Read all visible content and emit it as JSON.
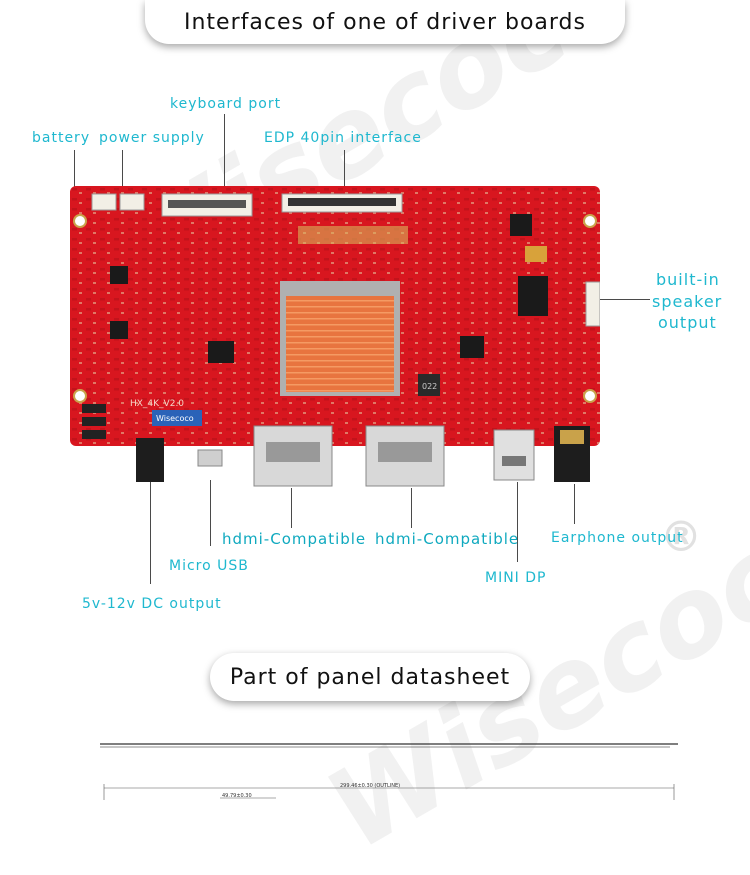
{
  "titles": {
    "interfaces": "Interfaces of one of driver boards",
    "datasheet": "Part of panel datasheet"
  },
  "labels": {
    "keyboard_port": "keyboard port",
    "battery": "battery",
    "power_supply": "power supply",
    "edp": "EDP 40pin interface",
    "speaker_l1": "built-in",
    "speaker_l2": "speaker",
    "speaker_l3": "output",
    "hdmi1": "hdmi-Compatible",
    "hdmi2": "hdmi-Compatible",
    "earphone": "Earphone output",
    "micro_usb": "Micro USB",
    "mini_dp": "MINI DP",
    "dc_output": "5v-12v DC output"
  },
  "board": {
    "model_text": "HX_4K_V2.0",
    "brand_text": "Wisecoco",
    "heatsink_color": "#e86b3c",
    "pcb_color": "#d8161f",
    "ic_text": "022"
  },
  "watermark": {
    "text": "Wisecoco",
    "registered": "®"
  },
  "datasheet": {
    "outline": "299.46±0.30 (OUTLINE)",
    "inner": "49.79±0.30"
  },
  "colors": {
    "accent": "#1fb8cf"
  }
}
